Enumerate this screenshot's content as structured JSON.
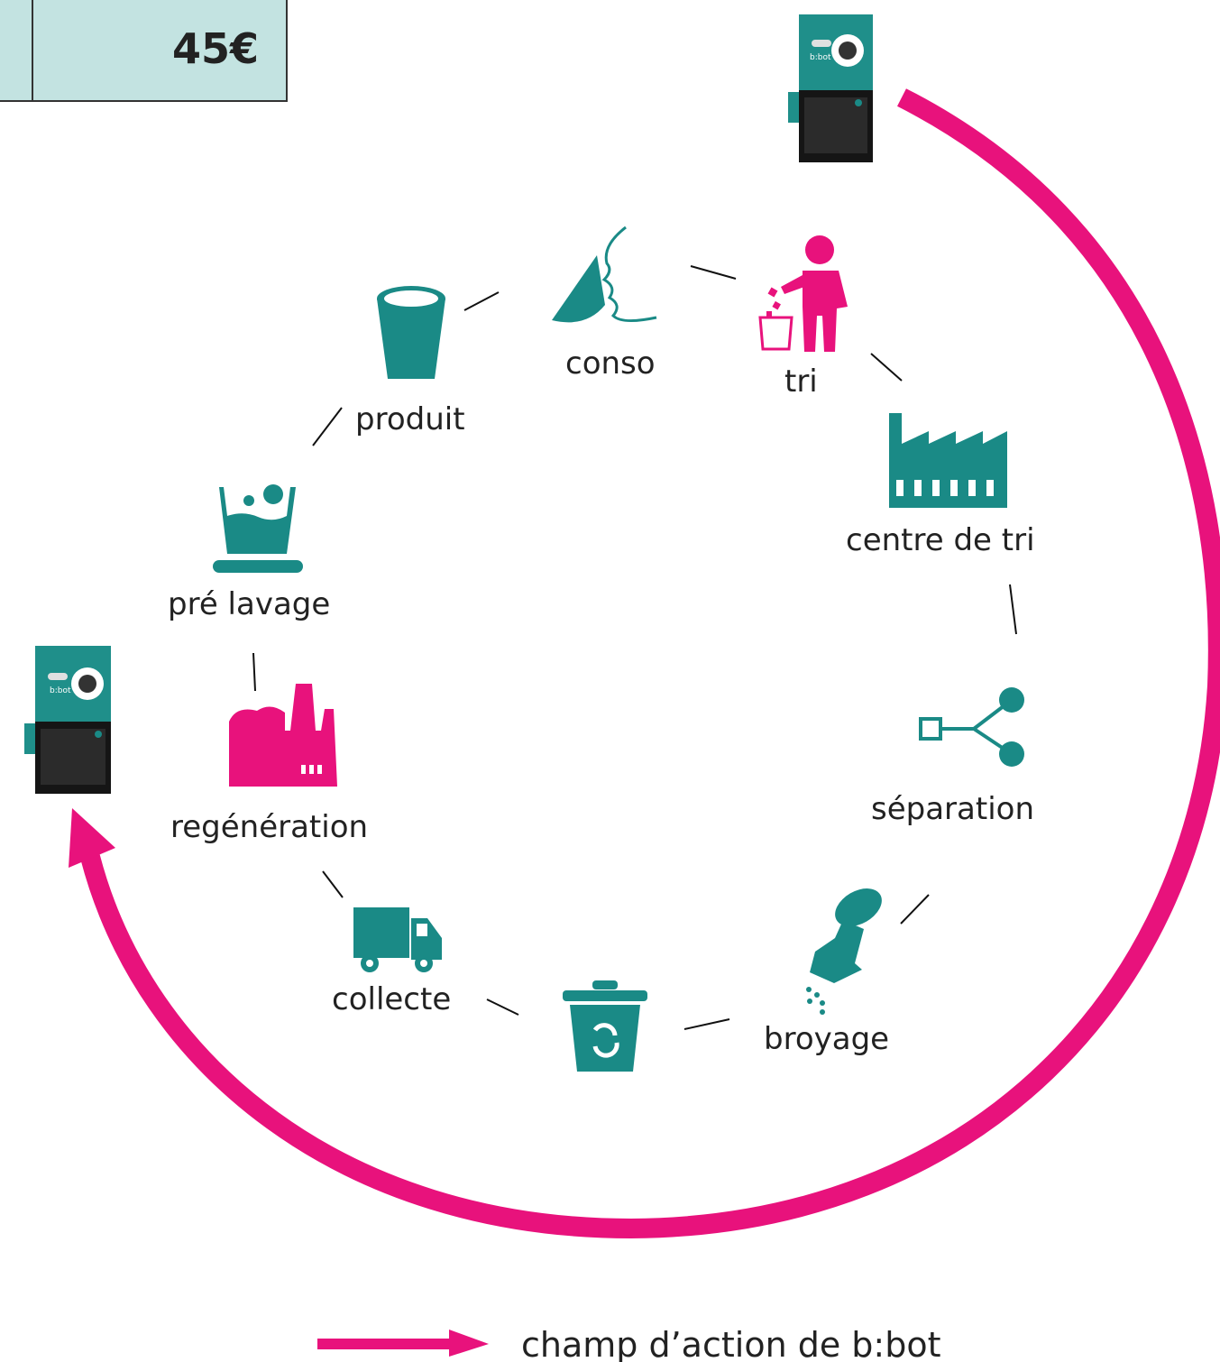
{
  "price_box": {
    "value": "45€"
  },
  "steps": [
    {
      "label": "conso",
      "icon": "mouth-drinking-icon",
      "color": "#1a8a86"
    },
    {
      "label": "tri",
      "icon": "person-trash-icon",
      "color": "#e8127c"
    },
    {
      "label": "centre de tri",
      "icon": "factory-icon",
      "color": "#1a8a86"
    },
    {
      "label": "séparation",
      "icon": "separation-nodes-icon",
      "color": "#1a8a86"
    },
    {
      "label": "broyage",
      "icon": "grinder-icon",
      "color": "#1a8a86"
    },
    {
      "label": "",
      "icon": "recycle-bin-icon",
      "color": "#1a8a86"
    },
    {
      "label": "collecte",
      "icon": "truck-icon",
      "color": "#1a8a86"
    },
    {
      "label": "regénération",
      "icon": "regeneration-plant-icon",
      "color": "#e8127c"
    },
    {
      "label": "pré lavage",
      "icon": "wash-basin-icon",
      "color": "#1a8a86"
    },
    {
      "label": "produit",
      "icon": "cup-icon",
      "color": "#1a8a86"
    }
  ],
  "machine": {
    "brand": "b:bot",
    "icon": "bbot-machine-icon"
  },
  "legend": {
    "text": "champ d’action de b:bot",
    "icon": "pink-arrow-icon"
  },
  "colors": {
    "teal": "#1a8a86",
    "pink": "#e8127c",
    "box": "#c3e3e1"
  }
}
